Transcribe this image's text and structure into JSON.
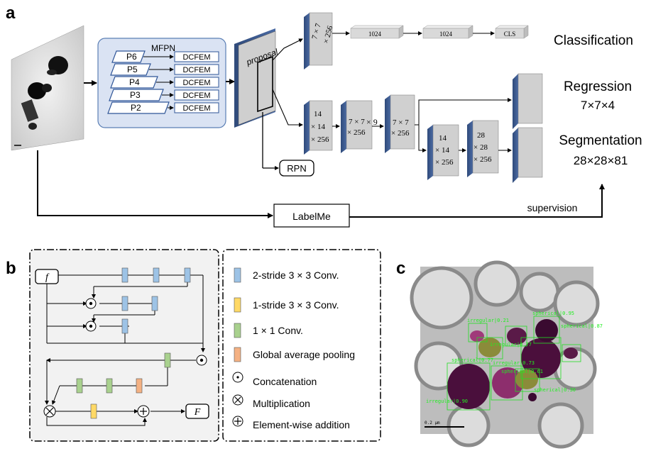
{
  "panel_a": {
    "label": "a",
    "mfpn": {
      "title": "MFPN",
      "levels": [
        "P6",
        "P5",
        "P4",
        "P3",
        "P2"
      ],
      "module": "DCFEM"
    },
    "proposal": "proposal",
    "rpn": "RPN",
    "labelme": "LabelMe",
    "supervision": "supervision",
    "cls_branch": {
      "roi": [
        "7 × 7",
        "× 256"
      ],
      "fc1": "1024",
      "fc2": "1024",
      "cls": "CLS"
    },
    "mask_branch": {
      "roi": [
        "14",
        "× 14",
        "× 256"
      ],
      "conv": [
        "7 × 7",
        "× 256"
      ],
      "repeat": "× 9",
      "conv2": [
        "7 × 7",
        "× 256"
      ],
      "up1": [
        "14",
        "× 14",
        "× 256"
      ],
      "up2": [
        "28",
        "× 28",
        "× 256"
      ]
    },
    "outputs": {
      "classification": "Classification",
      "regression": "Regression",
      "regression_dim": "7×7×4",
      "segmentation": "Segmentation",
      "segmentation_dim": "28×28×81"
    }
  },
  "panel_b": {
    "label": "b",
    "input": "f",
    "output": "F",
    "legend": {
      "conv2": "2-stride 3 × 3  Conv.",
      "conv1": "1-stride 3 × 3  Conv.",
      "conv11": "1 × 1  Conv.",
      "gap": "Global average pooling",
      "concat": "Concatenation",
      "mult": "Multiplication",
      "add": "Element-wise addition"
    },
    "colors": {
      "conv2": "#9dc3e6",
      "conv1": "#ffd966",
      "conv11": "#a9d18e",
      "gap": "#f4b183"
    }
  },
  "panel_c": {
    "label": "c",
    "scale_bar": "0.2 μm",
    "detections": [
      "spherical|0.95",
      "irregular|0.77",
      "spherical|0.61",
      "spherical|0.30",
      "irregular|0.90",
      "spherical|0.77",
      "irregular|0.73",
      "irregular|0.21",
      "spherical|0.87"
    ]
  }
}
